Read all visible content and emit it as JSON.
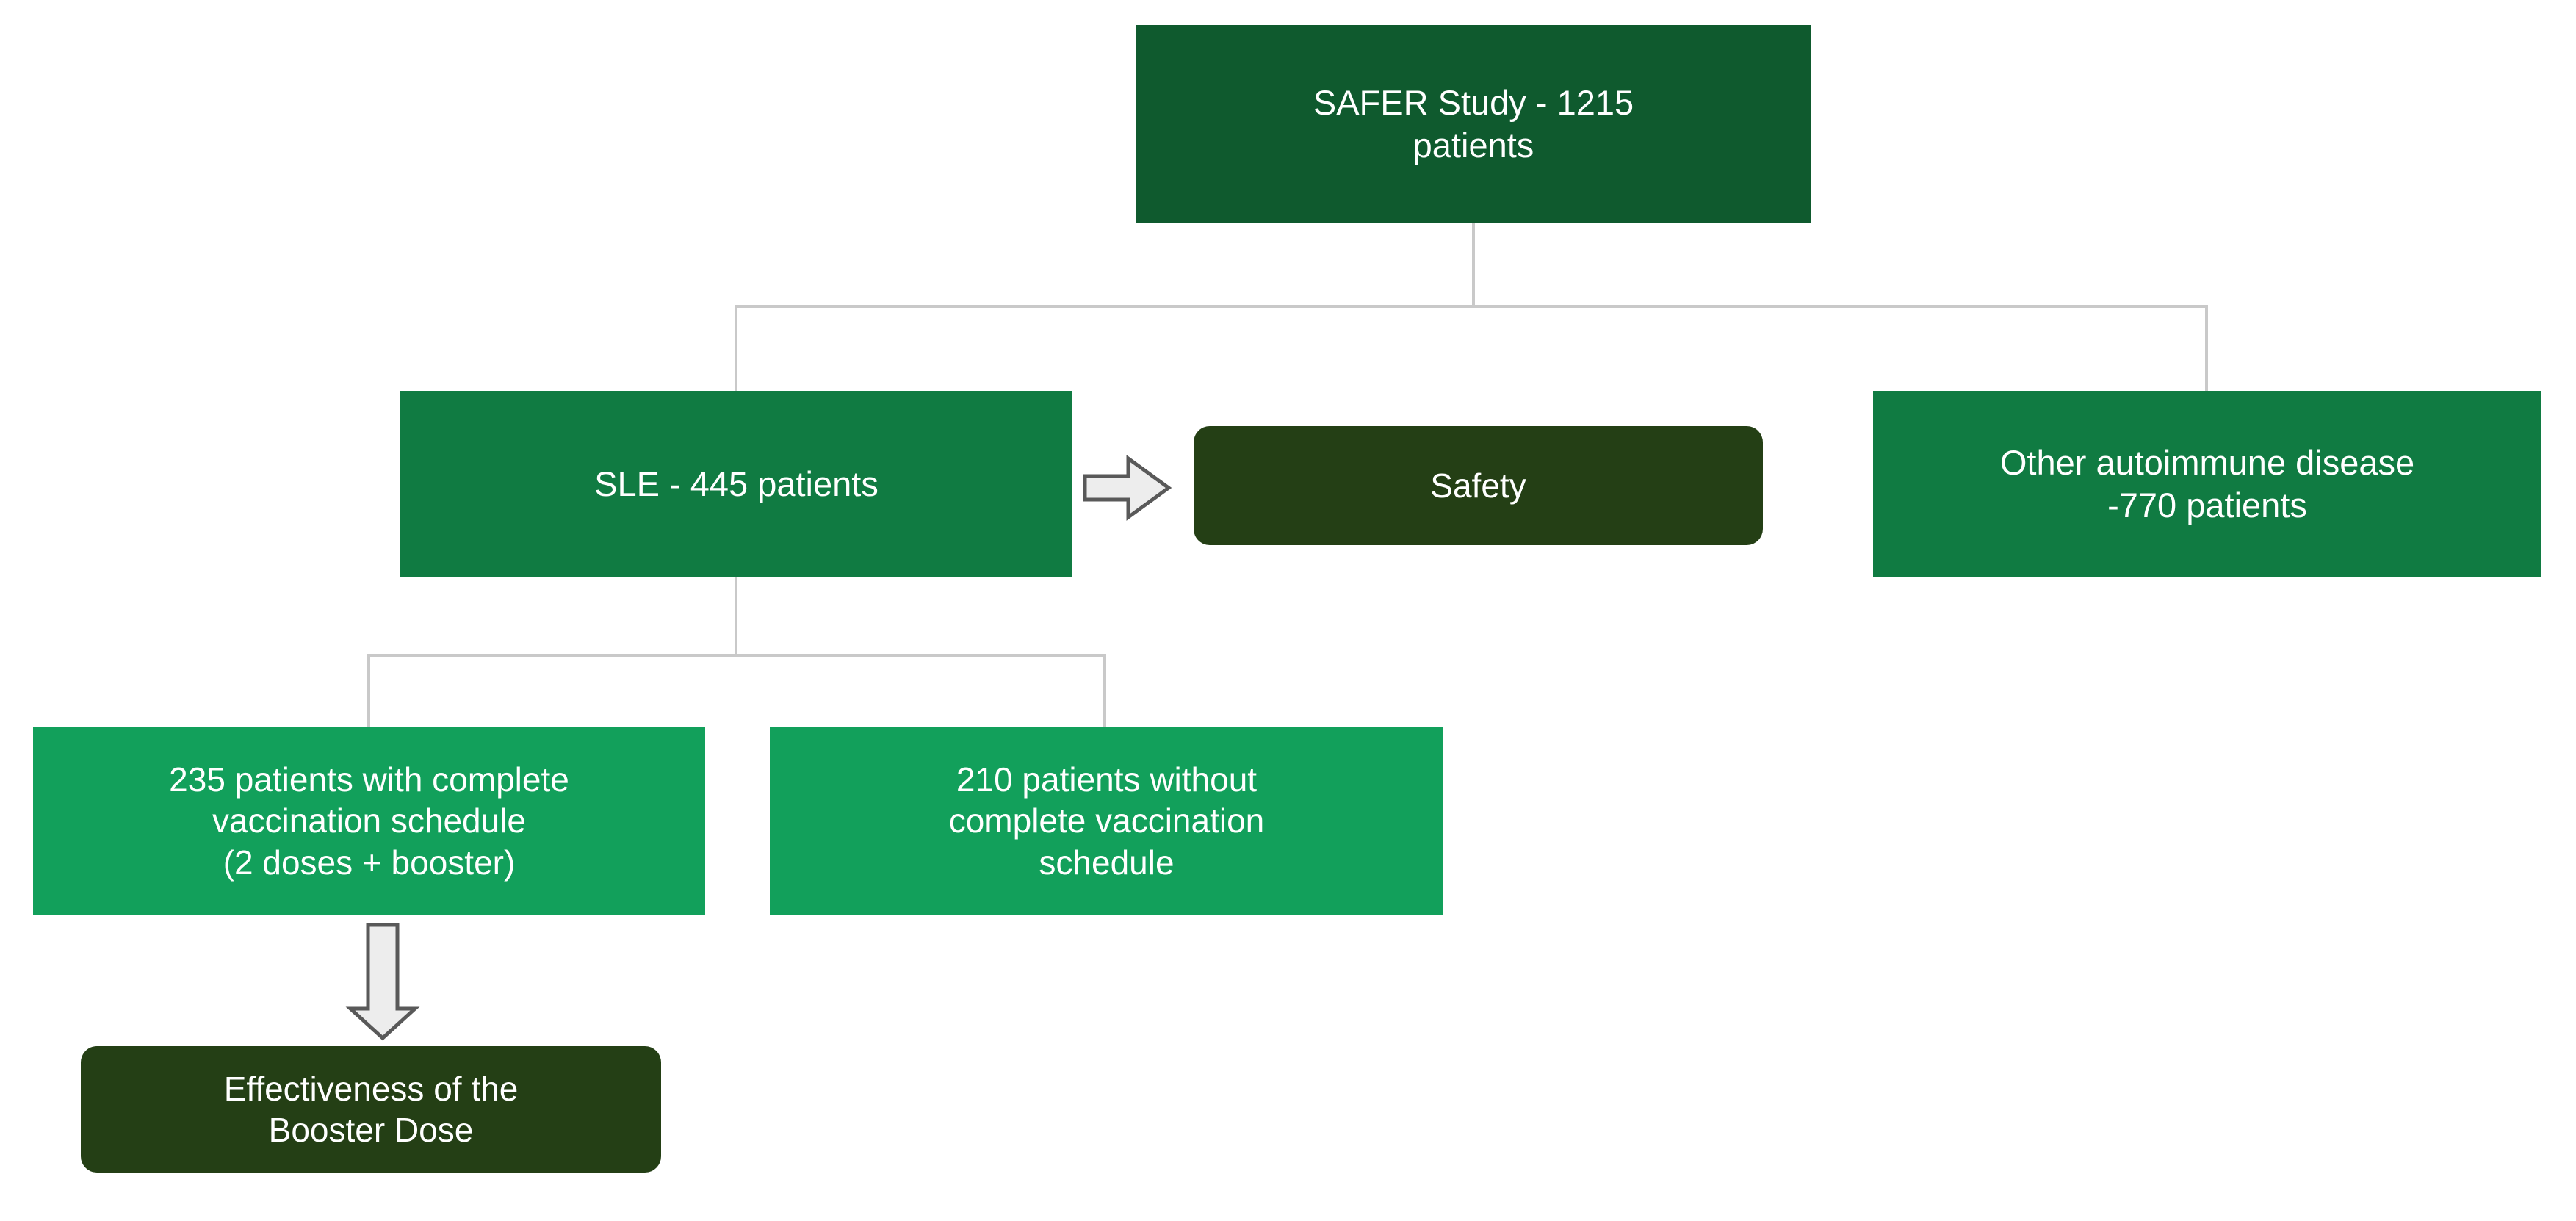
{
  "diagram": {
    "title": "SAFER Study patient flow diagram",
    "colors": {
      "root_box": "#0f5a2e",
      "branch_box": "#107b42",
      "leaf_box": "#12a05b",
      "outcome_box": "#243f15",
      "connector_line": "#c9c9c9",
      "arrow_fill": "#ededed",
      "arrow_stroke": "#595959",
      "text": "#ffffff",
      "background": "#ffffff"
    },
    "nodes": {
      "root": {
        "label": "SAFER Study - 1215\npatients",
        "study_name": "SAFER Study",
        "patients": 1215,
        "type": "root"
      },
      "sle": {
        "label": "SLE - 445 patients",
        "cohort": "SLE",
        "patients": 445,
        "type": "branch"
      },
      "other_autoimmune": {
        "label": "Other autoimmune disease\n-770 patients",
        "cohort": "Other autoimmune disease",
        "patients": 770,
        "type": "branch"
      },
      "safety": {
        "label": "Safety",
        "type": "outcome"
      },
      "complete_schedule": {
        "label": "235 patients with complete\nvaccination schedule\n(2 doses + booster)",
        "patients": 235,
        "type": "leaf"
      },
      "incomplete_schedule": {
        "label": "210 patients without\ncomplete vaccination\nschedule",
        "patients": 210,
        "type": "leaf"
      },
      "booster_effectiveness": {
        "label": "Effectiveness of the\nBooster Dose",
        "type": "outcome"
      }
    },
    "arrows": {
      "sle_to_safety": "right-block-arrow",
      "complete_to_effectiveness": "down-block-arrow"
    }
  }
}
